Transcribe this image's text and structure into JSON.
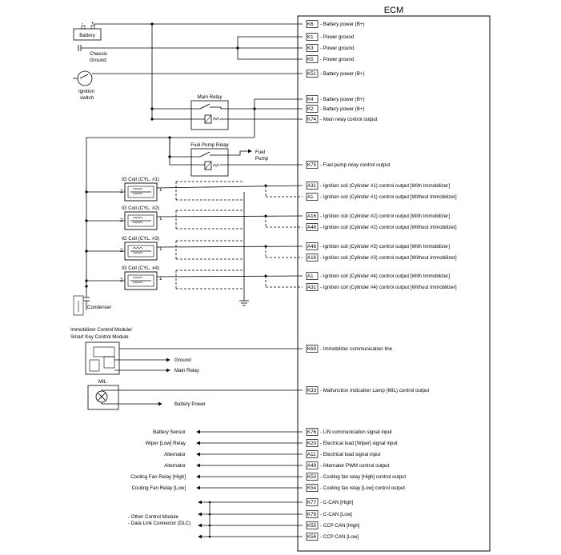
{
  "ecm": {
    "title": "ECM",
    "pins": [
      {
        "pin": "K6",
        "desc": "Battery power (B+)"
      },
      {
        "pin": "K1",
        "desc": "Power ground"
      },
      {
        "pin": "K3",
        "desc": "Power ground"
      },
      {
        "pin": "K5",
        "desc": "Power ground"
      },
      {
        "pin": "K51",
        "desc": "Battery power (B+)"
      },
      {
        "pin": "K4",
        "desc": "Battery power (B+)"
      },
      {
        "pin": "K2",
        "desc": "Battery power (B+)"
      },
      {
        "pin": "K74",
        "desc": "Main relay control output"
      },
      {
        "pin": "K75",
        "desc": "Fuel pump relay control output"
      },
      {
        "pin": "A31",
        "desc": "Ignition coil (Cylinder #1) control output [With Immobilizer]"
      },
      {
        "pin": "A1",
        "desc": "Ignition coil (Cylinder #1) control output [Without Immobilizer]"
      },
      {
        "pin": "A16",
        "desc": "Ignition coil (Cylinder #2) control output [With Immobilizer]"
      },
      {
        "pin": "A46",
        "desc": "Ignition coil (Cylinder #2) control output [Without Immobilizer]"
      },
      {
        "pin": "A46",
        "desc": "Ignition coil (Cylinder #3) control output [With Immobilizer]"
      },
      {
        "pin": "A16",
        "desc": "Ignition coil (Cylinder #3) control output [Without Immobilizer]"
      },
      {
        "pin": "A1",
        "desc": "Ignition coil (Cylinder #4) control output [With Immobilizer]"
      },
      {
        "pin": "A31",
        "desc": "Ignition coil (Cylinder #4) control output [Without Immobilizer]"
      },
      {
        "pin": "K69",
        "desc": "Immobilizer communication line"
      },
      {
        "pin": "K33",
        "desc": "Malfunction Indication Lamp (MIL) control output"
      },
      {
        "pin": "K76",
        "desc": "LIN communication signal input"
      },
      {
        "pin": "K20",
        "desc": "Electrical load [Wiper] signal input"
      },
      {
        "pin": "A11",
        "desc": "Electrical load signal input"
      },
      {
        "pin": "A49",
        "desc": "Alternator PWM control output"
      },
      {
        "pin": "K53",
        "desc": "Cooling fan relay [High] control output"
      },
      {
        "pin": "K54",
        "desc": "Cooling fan relay [Low] control output"
      },
      {
        "pin": "K77",
        "desc": "C-CAN [High]"
      },
      {
        "pin": "K78",
        "desc": "C-CAN [Low]"
      },
      {
        "pin": "K55",
        "desc": "CCP CAN [High]"
      },
      {
        "pin": "K56",
        "desc": "CCP CAN [Low]"
      }
    ]
  },
  "components": {
    "battery": "Battery",
    "battery_plus": "+",
    "battery_minus": "-",
    "chassis_ground_1": "Chassis",
    "chassis_ground_2": "Ground",
    "ignition_switch_1": "Ignition",
    "ignition_switch_2": "switch",
    "main_relay": "Main Relay",
    "fuel_pump_relay": "Fuel Pump Relay",
    "fuel_pump_1": "Fuel",
    "fuel_pump_2": "Pump",
    "ig_coils": [
      "IG Coil (CYL. #1)",
      "IG Coil (CYL. #2)",
      "IG Coil (CYL. #3)",
      "IG Coil (CYL. #4)"
    ],
    "coil_pin_1": "1",
    "coil_pin_2": "2",
    "condenser": "Condenser",
    "immobilizer_1": "Immobilizer Control Module/",
    "immobilizer_2": "Smart Key Control Module",
    "ground": "Ground",
    "main_relay_out": "Main Relay",
    "mil": "MIL",
    "battery_power": "Battery Power"
  },
  "external": [
    "Battery Sensor",
    "Wiper [Low] Relay",
    "Alternator",
    "Alternator",
    "Cooling Fan Relay [High]",
    "Cooling Fan Relay [Low]"
  ],
  "can_labels": [
    "- Other Control Module",
    "- Data Link Connector (DLC)"
  ],
  "colors": {
    "line": "#000000",
    "background": "#ffffff",
    "coil_fill": "#ffffff"
  }
}
